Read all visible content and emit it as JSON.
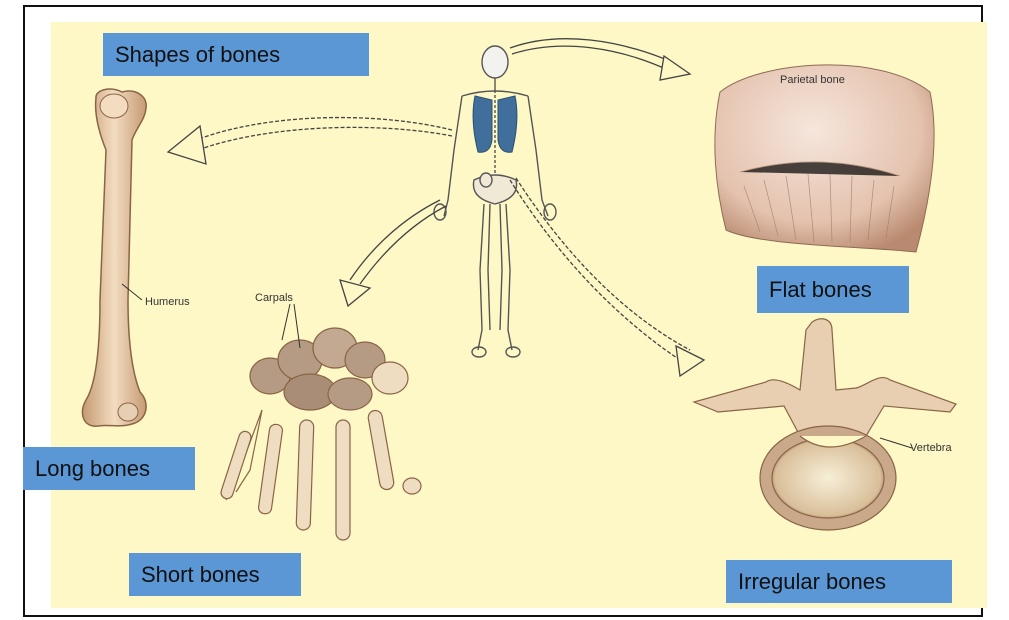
{
  "labels": {
    "title": "Shapes of bones",
    "long": "Long bones",
    "short": "Short bones",
    "flat": "Flat bones",
    "irregular": "Irregular bones"
  },
  "annotations": {
    "humerus": "Humerus",
    "carpals": "Carpals",
    "parietal": "Parietal bone",
    "vertebra": "Vertebra"
  },
  "colors": {
    "panel_background": "#fdf8c6",
    "label_background": "#5b96d5",
    "bone": "#e9c9a3",
    "bone_shadow": "#b98e66",
    "lungs": "#3f6f9a"
  }
}
